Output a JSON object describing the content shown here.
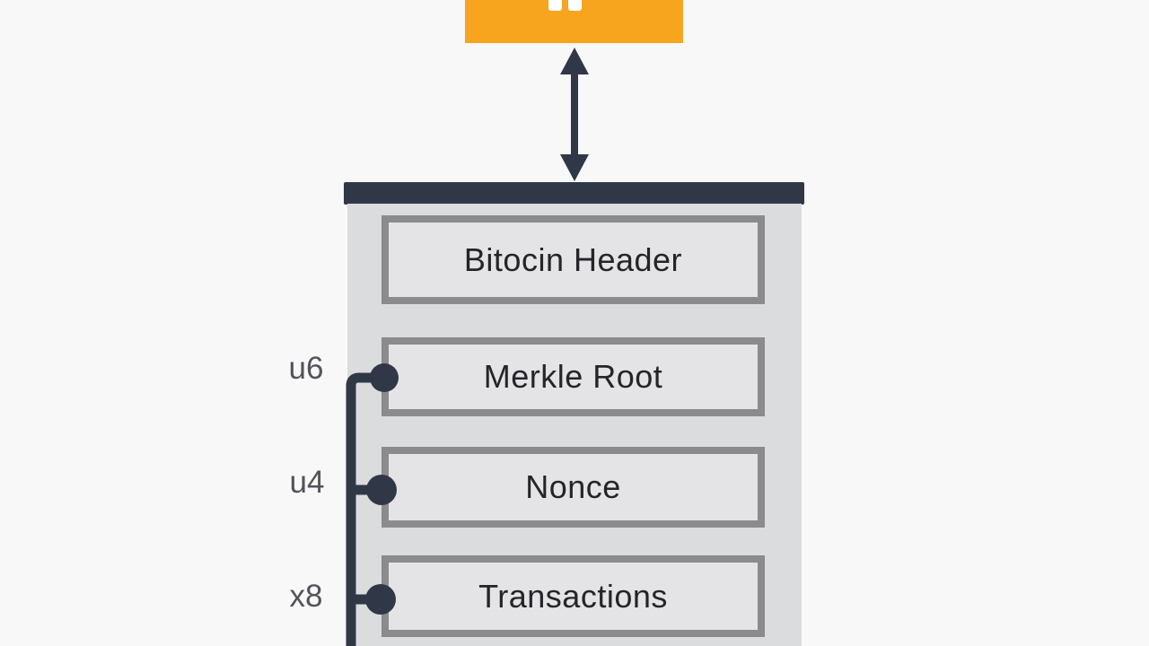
{
  "colors": {
    "background": "#f8f8f9",
    "accent-orange": "#f7a41f",
    "navy": "#303848",
    "container-fill": "#dbdcdd",
    "field-fill": "#e4e4e6",
    "field-border": "#8b8b8d",
    "field-text": "#242429",
    "annotation-text": "#52535b",
    "logo-mark": "#ffffff"
  },
  "diagram": {
    "type": "block-structure-diagram",
    "top_block": {
      "icon": "bitcoin-symbol-icon"
    },
    "block": {
      "fields": [
        {
          "label": "Bitocin Header",
          "annotation": ""
        },
        {
          "label": "Merkle Root",
          "annotation": "u6"
        },
        {
          "label": "Nonce",
          "annotation": "u4"
        },
        {
          "label": "Transactions",
          "annotation": "x8"
        }
      ]
    }
  }
}
